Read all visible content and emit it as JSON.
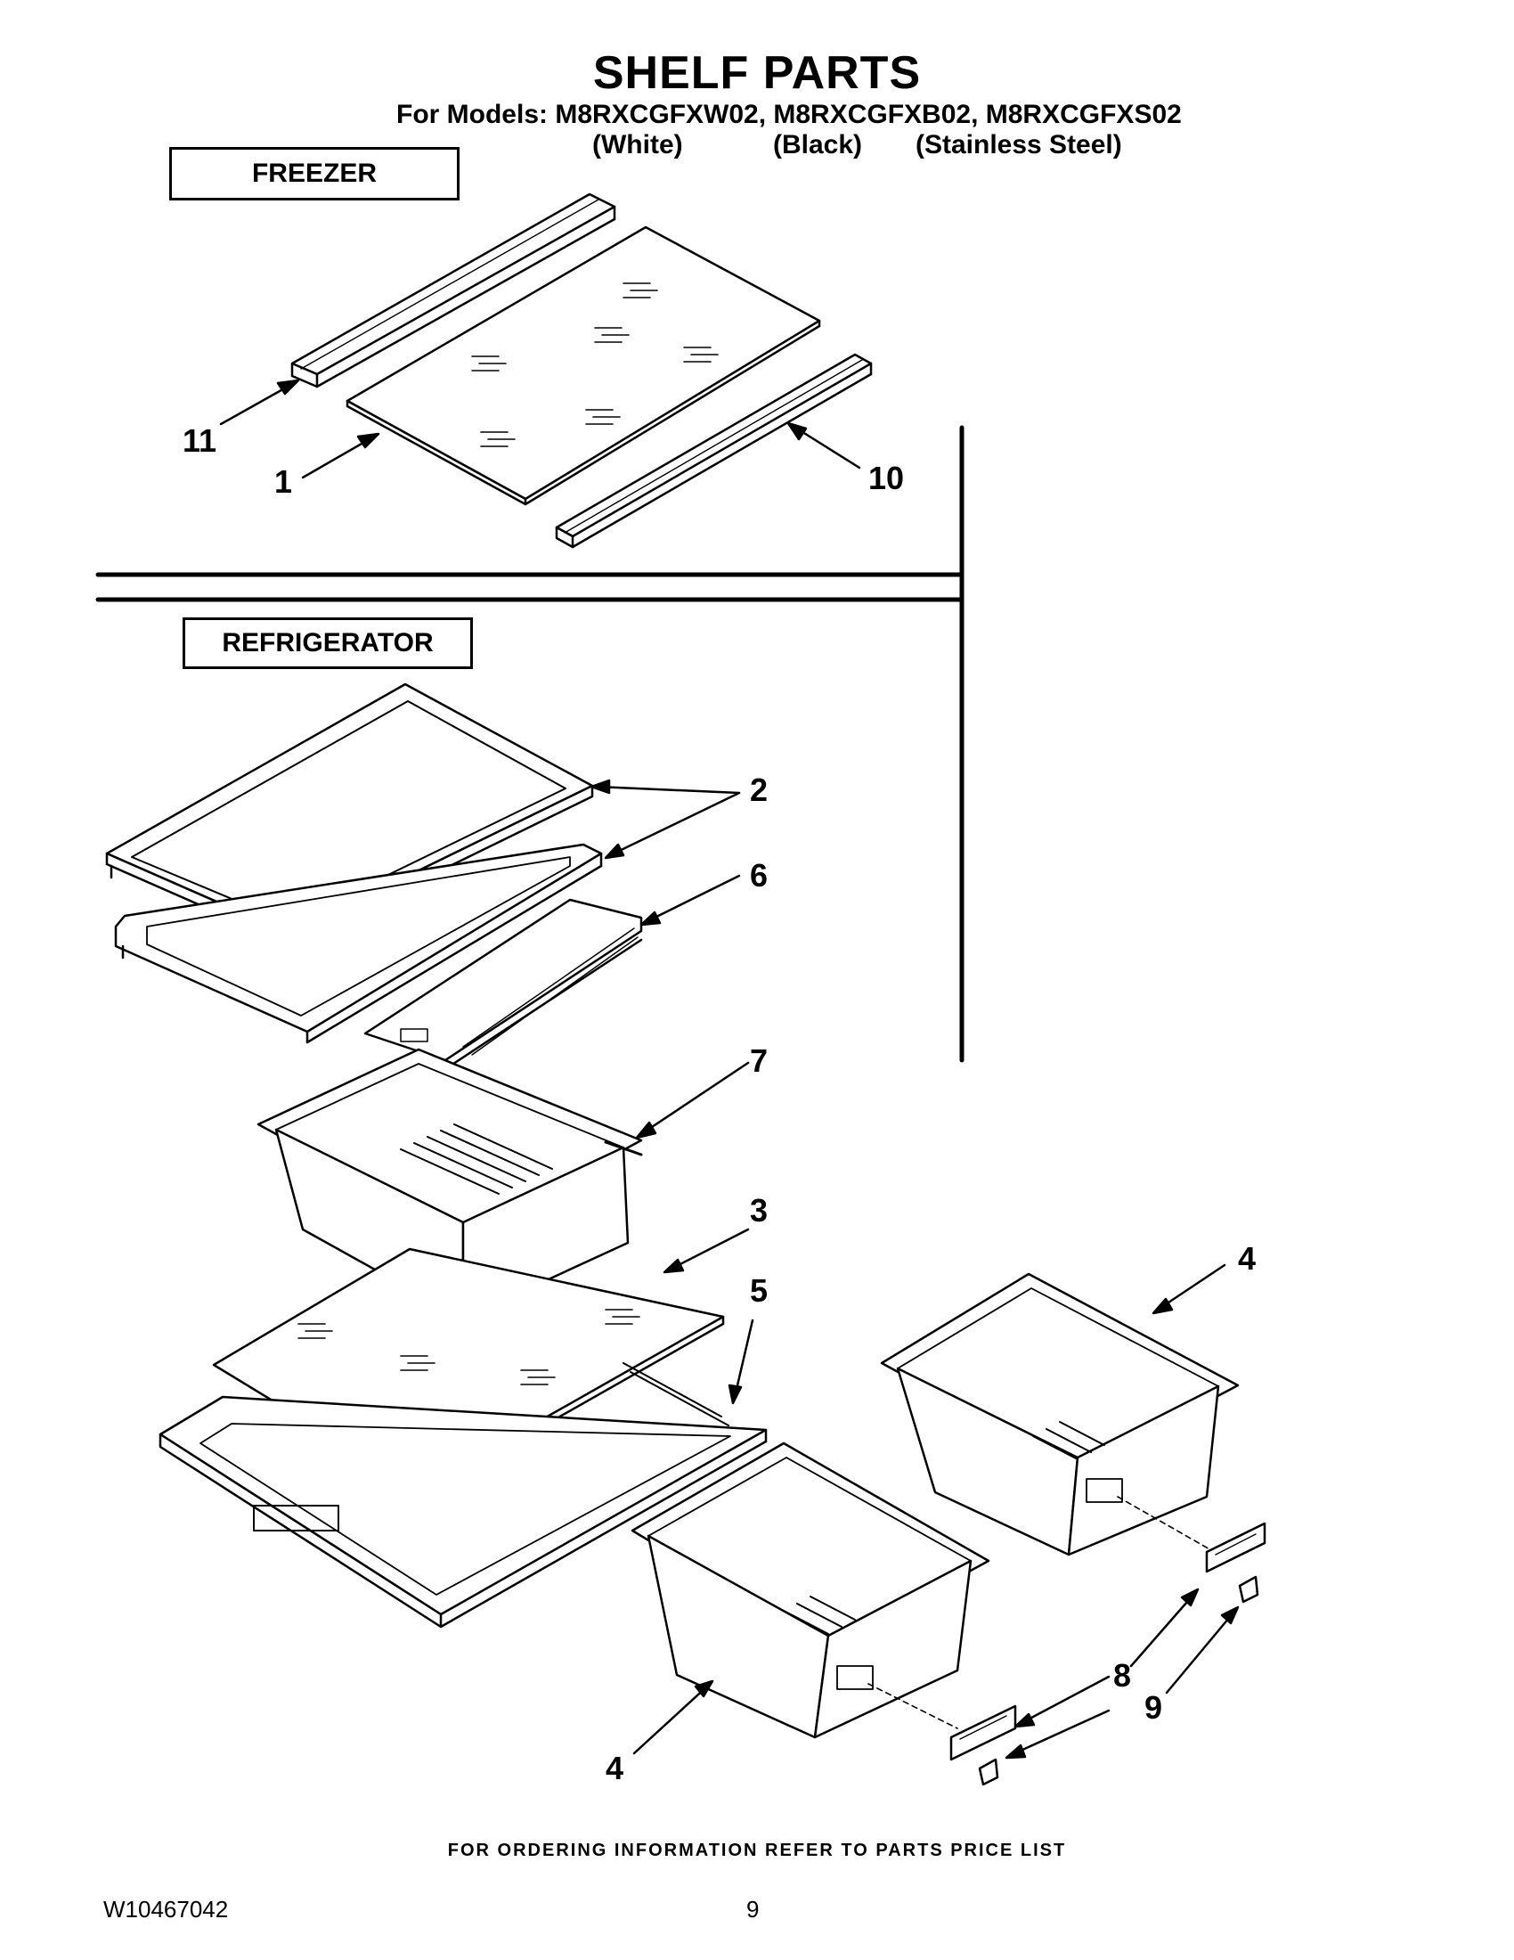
{
  "header": {
    "title": "SHELF PARTS",
    "models_line": "For Models: M8RXCGFXW02, M8RXCGFXB02, M8RXCGFXS02",
    "colors": [
      "(White)",
      "(Black)",
      "(Stainless Steel)"
    ]
  },
  "sections": {
    "freezer": "FREEZER",
    "refrigerator": "REFRIGERATOR"
  },
  "callouts": {
    "c11": "11",
    "c1": "1",
    "c10": "10",
    "c2": "2",
    "c6": "6",
    "c7": "7",
    "c3": "3",
    "c5": "5",
    "c4a": "4",
    "c4b": "4",
    "c8": "8",
    "c9": "9"
  },
  "footer": {
    "ordering_note": "FOR ORDERING INFORMATION REFER TO PARTS PRICE LIST",
    "doc_number": "W10467042",
    "page_number": "9"
  }
}
